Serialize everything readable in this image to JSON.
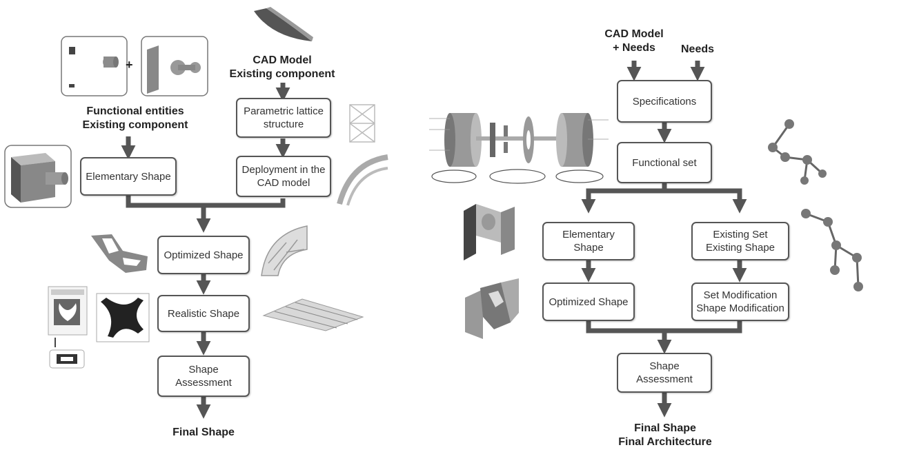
{
  "colors": {
    "arrow": "#555555",
    "box_border": "#555555",
    "illustration": "#8a8a8a"
  },
  "left": {
    "inputs": {
      "functional_line1": "Functional entities",
      "functional_line2": "Existing component",
      "cad_line1": "CAD Model",
      "cad_line2": "Existing component"
    },
    "boxes": {
      "elementary": "Elementary Shape",
      "lattice": "Parametric lattice structure",
      "deployment": "Deployment in the CAD model",
      "optimized": "Optimized Shape",
      "realistic": "Realistic Shape",
      "assessment": "Shape Assessment"
    },
    "output": "Final Shape",
    "plus": "+"
  },
  "right": {
    "inputs": {
      "cad_line1": "CAD Model",
      "cad_line2": "+ Needs",
      "needs": "Needs"
    },
    "boxes": {
      "specifications": "Specifications",
      "functional_set": "Functional set",
      "elementary": "Elementary Shape",
      "existing_line1": "Existing Set",
      "existing_line2": "Existing Shape",
      "optimized": "Optimized Shape",
      "modification_line1": "Set Modification",
      "modification_line2": "Shape Modification",
      "assessment": "Shape Assessment"
    },
    "output_line1": "Final Shape",
    "output_line2": "Final Architecture"
  }
}
